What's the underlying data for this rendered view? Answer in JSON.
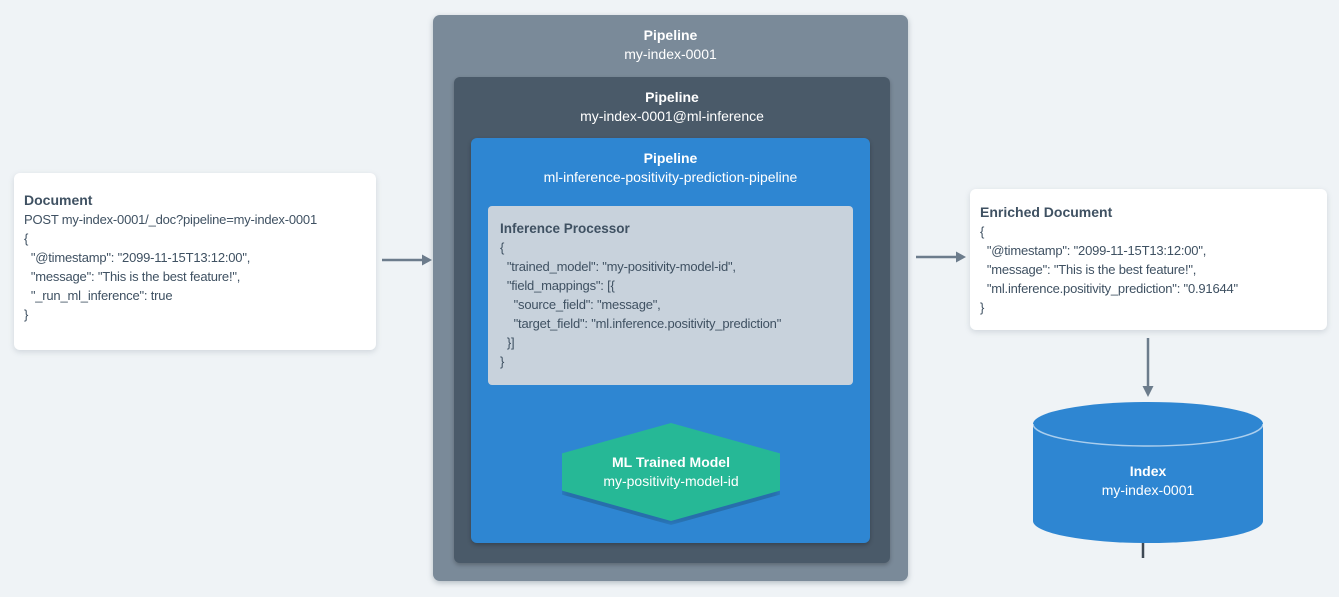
{
  "colors": {
    "background": "#EFF3F6",
    "card_bg": "#FFFFFF",
    "card_text": "#3F5162",
    "outer_pipeline_bg": "#7A8A99",
    "inner_pipeline_bg": "#4A5A69",
    "ml_pipeline_bg": "#2E86D2",
    "processor_bg": "#C8D2DC",
    "model_hexagon_bg": "#26B896",
    "index_cylinder_bg": "#2E86D2",
    "arrow_gray": "#6C7C8C",
    "arrow_dark": "#3E4954",
    "white_text": "#FFFFFF"
  },
  "document_card": {
    "title": "Document",
    "lines": [
      "POST my-index-0001/_doc?pipeline=my-index-0001",
      "{",
      "  \"@timestamp\": \"2099-11-15T13:12:00\",",
      "  \"message\": \"This is the best feature!\",",
      "  \"_run_ml_inference\": true",
      "}"
    ]
  },
  "outer_pipeline": {
    "title": "Pipeline",
    "name": "my-index-0001"
  },
  "inner_pipeline": {
    "title": "Pipeline",
    "name": "my-index-0001@ml-inference"
  },
  "ml_pipeline": {
    "title": "Pipeline",
    "name": "ml-inference-positivity-prediction-pipeline"
  },
  "inference_processor": {
    "title": "Inference Processor",
    "lines": [
      "{",
      "  \"trained_model\": \"my-positivity-model-id\",",
      "  \"field_mappings\": [{",
      "    \"source_field\": \"message\",",
      "    \"target_field\": \"ml.inference.positivity_prediction\"",
      "  }]",
      "}"
    ]
  },
  "ml_trained_model": {
    "title": "ML Trained Model",
    "name": "my-positivity-model-id"
  },
  "enriched_document_card": {
    "title": "Enriched Document",
    "lines": [
      "{",
      "  \"@timestamp\": \"2099-11-15T13:12:00\",",
      "  \"message\": \"This is the best feature!\",",
      "  \"ml.inference.positivity_prediction\": \"0.91644\"",
      "}"
    ]
  },
  "index": {
    "title": "Index",
    "name": "my-index-0001"
  }
}
